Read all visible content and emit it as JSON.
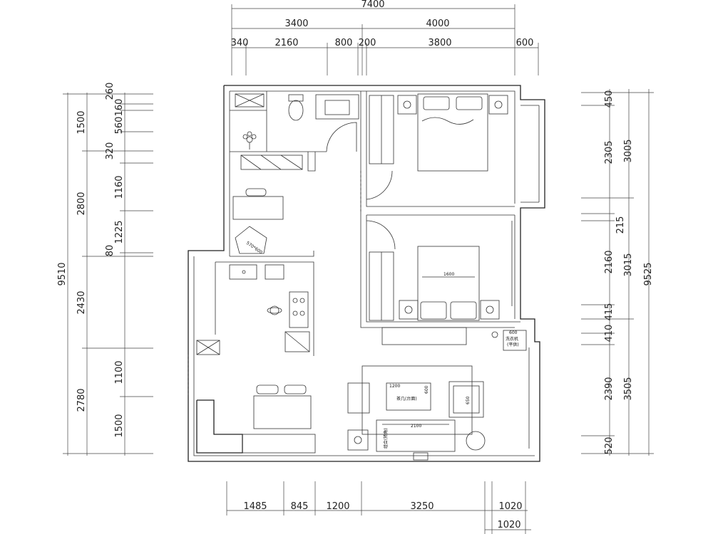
{
  "dims": {
    "top_total": "7400",
    "top_mid": [
      "3400",
      "4000"
    ],
    "top_detail": [
      "340",
      "2160",
      "800",
      "200",
      "3800",
      "600"
    ],
    "left_total": "9510",
    "left_mid": [
      "1500",
      "2800",
      "2430",
      "2780"
    ],
    "left_detail": [
      "260",
      "160",
      "560",
      "320",
      "1160",
      "1225",
      "80",
      "1100",
      "1500"
    ],
    "right_mid": [
      "3005",
      "3015",
      "3505"
    ],
    "right_total": "9525",
    "right_detail": [
      "450",
      "2305",
      "215",
      "2160",
      "415",
      "410",
      "2390",
      "520"
    ],
    "bottom_detail": [
      "1485",
      "845",
      "1200",
      "3250",
      "1020"
    ],
    "bottom_total": "1020"
  },
  "labels": {
    "bed_width": "1600",
    "tv_width": "1200",
    "sofa_width": "2100",
    "cabinet": "600",
    "cabinet_text_1": "洗衣机",
    "cabinet_text_2": "(平供)",
    "table_label": "茶几(台面)",
    "chair_label": "650",
    "table_side": "600",
    "round_table": "570*600",
    "sofa_label": "组合(转角)"
  }
}
